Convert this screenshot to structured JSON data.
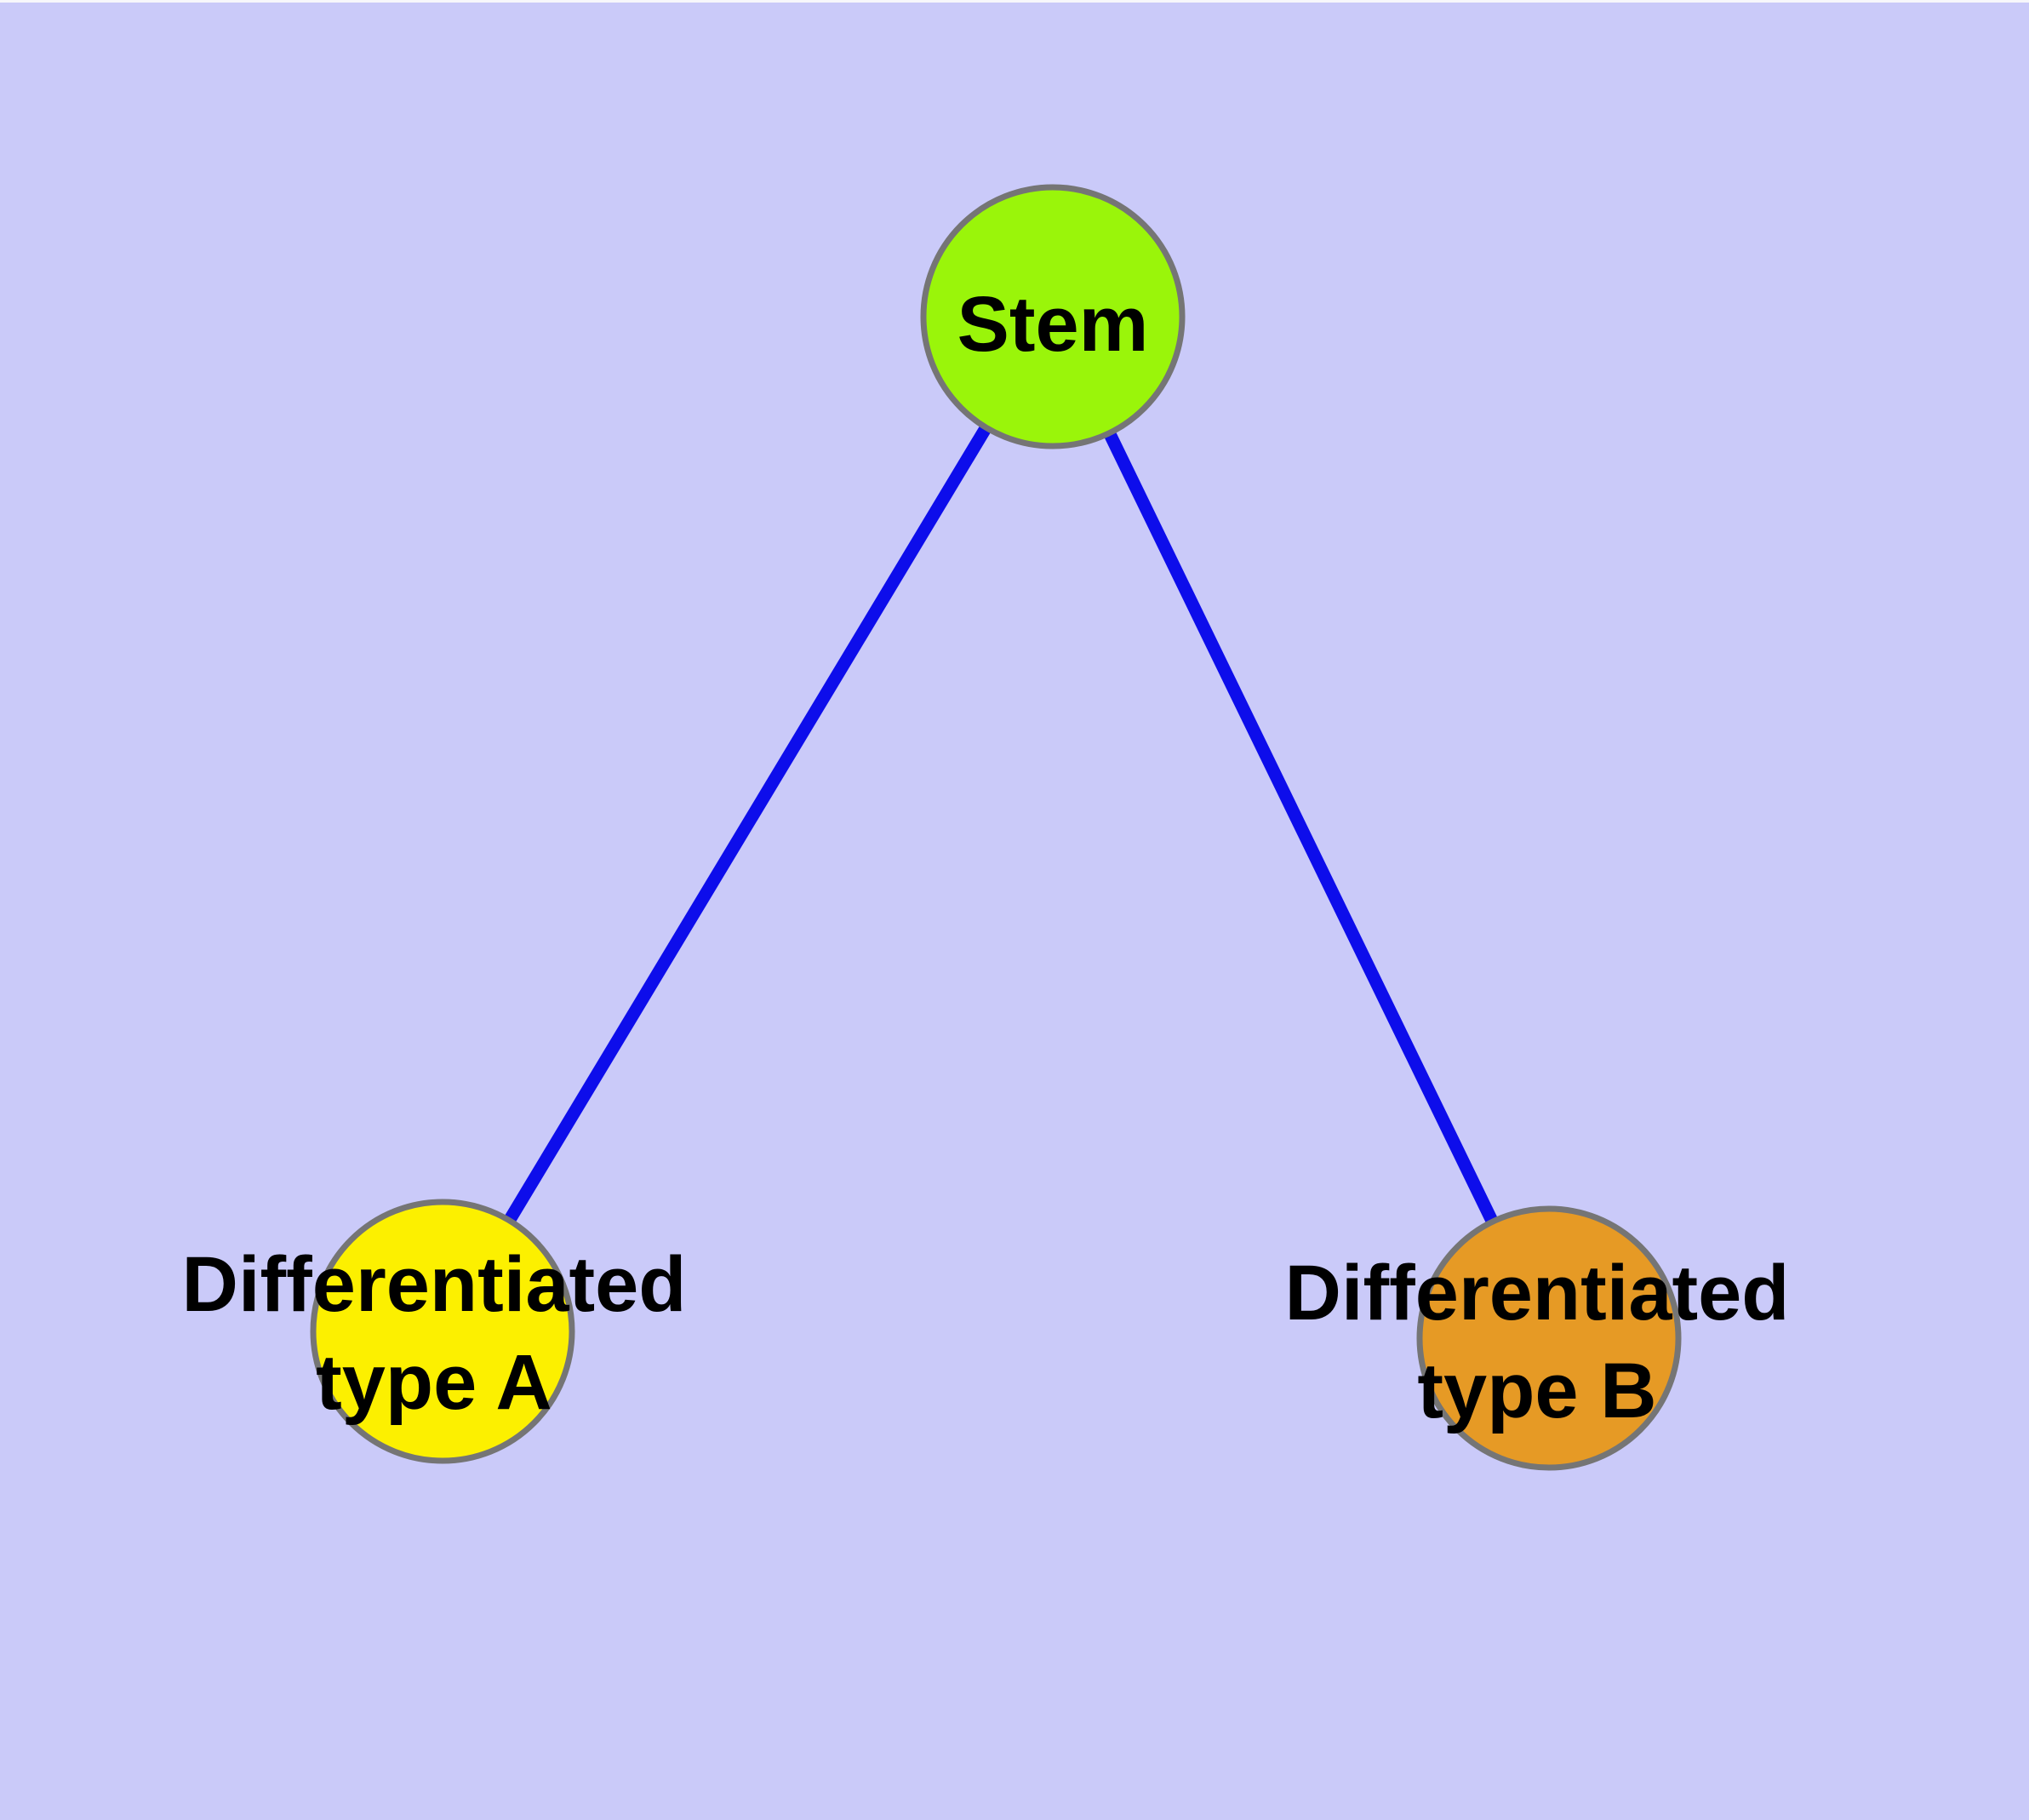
{
  "diagram": {
    "background": "#CACAF9",
    "colors": {
      "edge": "#0D0DEB",
      "node_border": "#757575",
      "text": "#000000",
      "top_edge": "#F7F7FB"
    },
    "nodes": [
      {
        "id": "stem",
        "label": "Stem",
        "lines": [
          "Stem"
        ],
        "fill": "#9AF50A"
      },
      {
        "id": "diff-a",
        "label": "Differentiated type A",
        "lines": [
          "Differentiated",
          "type A"
        ],
        "fill": "#FCF000"
      },
      {
        "id": "diff-b",
        "label": "Differentiated type B",
        "lines": [
          "Differentiated",
          "type B"
        ],
        "fill": "#E69A25"
      }
    ],
    "edges": [
      {
        "from": "stem",
        "to": "diff-a"
      },
      {
        "from": "stem",
        "to": "diff-b"
      }
    ]
  }
}
